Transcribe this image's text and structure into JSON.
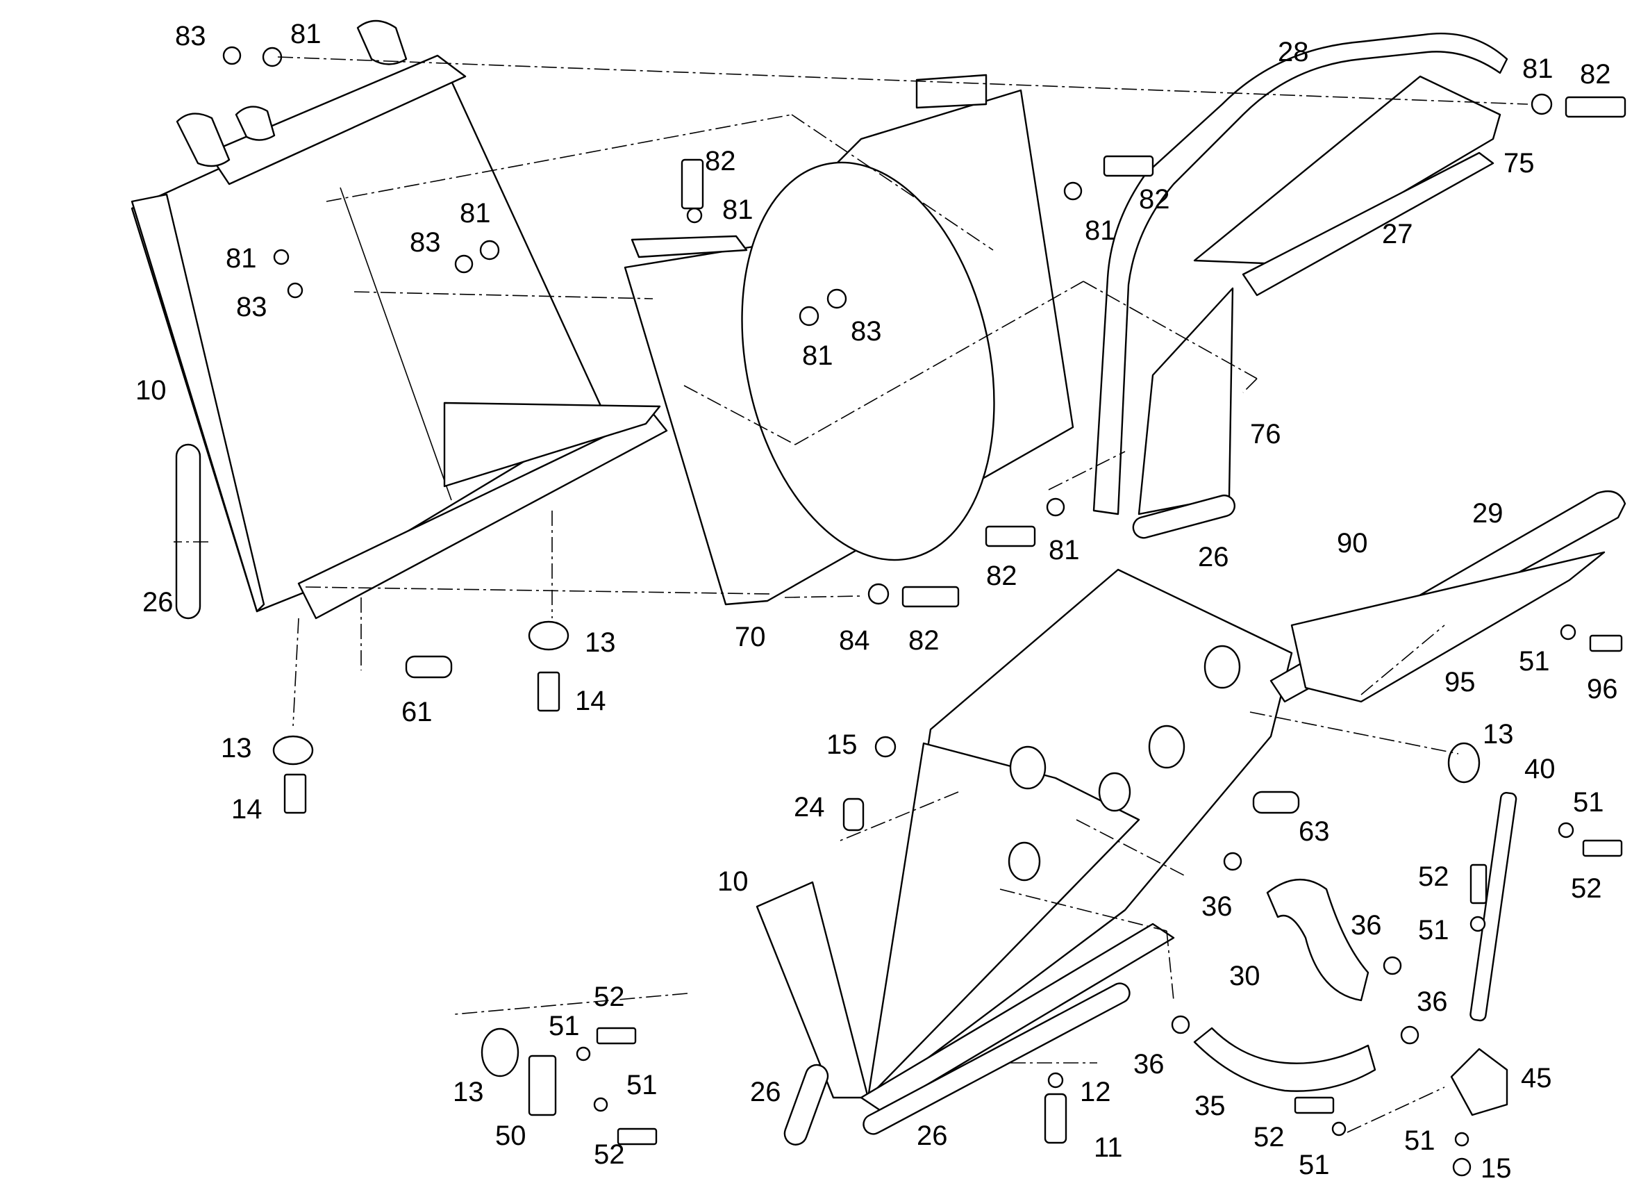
{
  "colors": {
    "line": "#000000",
    "background": "#ffffff"
  },
  "callouts": [
    {
      "id": "c83a",
      "text": "83"
    },
    {
      "id": "c81a",
      "text": "81"
    },
    {
      "id": "c81b",
      "text": "81"
    },
    {
      "id": "c83b",
      "text": "83"
    },
    {
      "id": "c10a",
      "text": "10"
    },
    {
      "id": "c26a",
      "text": "26"
    },
    {
      "id": "c81c",
      "text": "81"
    },
    {
      "id": "c83c",
      "text": "83"
    },
    {
      "id": "c61",
      "text": "61"
    },
    {
      "id": "c13a",
      "text": "13"
    },
    {
      "id": "c14a",
      "text": "14"
    },
    {
      "id": "c13b",
      "text": "13"
    },
    {
      "id": "c14b",
      "text": "14"
    },
    {
      "id": "c82a",
      "text": "82"
    },
    {
      "id": "c81d",
      "text": "81"
    },
    {
      "id": "c81e",
      "text": "81"
    },
    {
      "id": "c83d",
      "text": "83"
    },
    {
      "id": "c70",
      "text": "70"
    },
    {
      "id": "c84",
      "text": "84"
    },
    {
      "id": "c82b",
      "text": "82"
    },
    {
      "id": "c81f",
      "text": "81"
    },
    {
      "id": "c82c",
      "text": "82"
    },
    {
      "id": "c82d",
      "text": "82"
    },
    {
      "id": "c81g",
      "text": "81"
    },
    {
      "id": "c28",
      "text": "28"
    },
    {
      "id": "c81h",
      "text": "81"
    },
    {
      "id": "c82e",
      "text": "82"
    },
    {
      "id": "c75",
      "text": "75"
    },
    {
      "id": "c27",
      "text": "27"
    },
    {
      "id": "c76",
      "text": "76"
    },
    {
      "id": "c26b",
      "text": "26"
    },
    {
      "id": "c90",
      "text": "90"
    },
    {
      "id": "c29",
      "text": "29"
    },
    {
      "id": "c51a",
      "text": "51"
    },
    {
      "id": "c96",
      "text": "96"
    },
    {
      "id": "c95",
      "text": "95"
    },
    {
      "id": "c15a",
      "text": "15"
    },
    {
      "id": "c24",
      "text": "24"
    },
    {
      "id": "c63",
      "text": "63"
    },
    {
      "id": "c13c",
      "text": "13"
    },
    {
      "id": "c40",
      "text": "40"
    },
    {
      "id": "c51b",
      "text": "51"
    },
    {
      "id": "c52a",
      "text": "52"
    },
    {
      "id": "c52b",
      "text": "52"
    },
    {
      "id": "c10b",
      "text": "10"
    },
    {
      "id": "c36a",
      "text": "36"
    },
    {
      "id": "c36b",
      "text": "36"
    },
    {
      "id": "c51c",
      "text": "51"
    },
    {
      "id": "c30",
      "text": "30"
    },
    {
      "id": "c36c",
      "text": "36"
    },
    {
      "id": "c52c",
      "text": "52"
    },
    {
      "id": "c51d",
      "text": "51"
    },
    {
      "id": "c13d",
      "text": "13"
    },
    {
      "id": "c51e",
      "text": "51"
    },
    {
      "id": "c36d",
      "text": "36"
    },
    {
      "id": "c26c",
      "text": "26"
    },
    {
      "id": "c12",
      "text": "12"
    },
    {
      "id": "c35",
      "text": "35"
    },
    {
      "id": "c45",
      "text": "45"
    },
    {
      "id": "c50",
      "text": "50"
    },
    {
      "id": "c52d",
      "text": "52"
    },
    {
      "id": "c26d",
      "text": "26"
    },
    {
      "id": "c11",
      "text": "11"
    },
    {
      "id": "c52e",
      "text": "52"
    },
    {
      "id": "c51f",
      "text": "51"
    },
    {
      "id": "c51g",
      "text": "51"
    },
    {
      "id": "c15b",
      "text": "15"
    }
  ]
}
